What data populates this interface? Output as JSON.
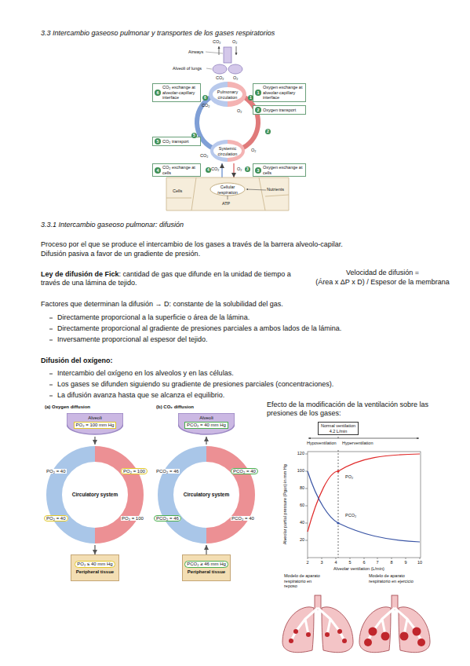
{
  "diagram": {
    "title": "3.3 Intercambio gaseoso pulmonar y transportes de los gases respiratorios",
    "nodes": [
      {
        "text": [
          "6",
          "CO₂ exchange at alveolar-capillary interface"
        ]
      },
      {
        "text": [
          "1",
          "Oxygen exchange at alveolar-capillary interface"
        ]
      },
      {
        "text": [
          "2",
          "Oxygen transport"
        ]
      },
      {
        "text": [
          "5",
          "CO₂ transport"
        ]
      },
      {
        "text": [
          "4",
          "CO₂ exchange at cells"
        ]
      },
      {
        "text": [
          "3",
          "Oxygen exchange at cells"
        ]
      },
      {
        "text": [
          "Alveoli",
          "PO₂ = 100 mm Hg"
        ]
      },
      {
        "text": [
          "Circulatory system"
        ]
      },
      {
        "text": [
          "PO₂ ≤ 40 mm Hg",
          "Peripheral tissue"
        ]
      },
      {
        "text": [
          "Alveoli",
          "PCO₂ = 40 mm Hg"
        ]
      },
      {
        "text": [
          "Circulatory system"
        ]
      },
      {
        "text": [
          "PCO₂ ≥ 46 mm Hg",
          "Peripheral tissue"
        ]
      },
      {
        "text": [
          "Normal ventilation 4.2 L/min"
        ]
      }
    ],
    "edges": [
      {
        "from": 6,
        "to": 7,
        "arrow": "to"
      },
      {
        "from": 7,
        "to": 8,
        "arrow": "to"
      },
      {
        "from": 11,
        "to": 10,
        "arrow": "to"
      },
      {
        "from": 10,
        "to": 9,
        "arrow": "to"
      }
    ],
    "labels": [
      "3.3.1 Intercambio gaseoso pulmonar: difusión",
      "Proceso por el que se produce el intercambio de los gases a través de la barrera alveolo-capilar.",
      "Difusión pasiva a favor de un gradiente de presión.",
      "Ley de difusión de Fick",
      ": cantidad de gas que difunde en la unidad de tiempo a través de una lámina de tejido.",
      "Velocidad de difusión =",
      "(Área x ΔP x D) / Espesor de la membrana",
      "Factores que determinan la difusión → D: constante de la solubilidad del gas.",
      "Directamente proporcional a la superficie o área de la lámina.",
      "Directamente proporcional al gradiente de presiones parciales a ambos lados de la lámina.",
      "Inversamente proporcional al espesor del tejido.",
      "Difusión del oxígeno:",
      "Intercambio del oxígeno en los alveolos y en las células.",
      "Los gases se difunden siguiendo su gradiente de presiones parciales (concentraciones).",
      "La difusión avanza hasta que se alcanza el equilibrio.",
      "Efecto de la modificación de la ventilación sobre las presiones de los gases:",
      "CO₂",
      "O₂",
      "Airways",
      "Alveoli of lungs",
      "CO₂",
      "O₂",
      "CO₂",
      "O₂",
      "Pulmonary circulation",
      "Systemic circulation",
      "CO₂",
      "O₂",
      "CO₂",
      "O₂",
      "Cellular respiration",
      "Cells",
      "ATP",
      "Nutrients",
      "6",
      "1",
      "2",
      "5",
      "4",
      "3",
      "(a) Oxygen diffusion",
      "PO₂ = 40",
      "PO₂ = 100",
      "PO₂ = 40",
      "PO₂ = 100",
      "(b) CO₂ diffusion",
      "PCO₂ = 46",
      "PCO₂ = 40",
      "PCO₂ = 46",
      "PCO₂ = 40",
      "Hypoventilation",
      "Hyperventilation",
      "120",
      "100",
      "80",
      "60",
      "40",
      "20",
      "2",
      "3",
      "4",
      "5",
      "6",
      "7",
      "8",
      "9",
      "10",
      "Alveolar ventilation (L/min)",
      "Alveolar partial pressure (Pgas) in mm Hg",
      "PO₂",
      "PCO₂",
      "Modelo de aparato respiratorio en reposo",
      "Modelo de aparato respiratorio en ejercicio"
    ]
  }
}
